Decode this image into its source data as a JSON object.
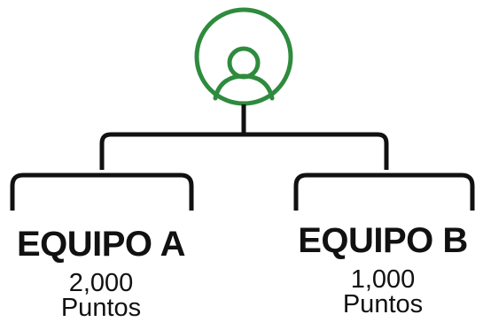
{
  "root": {
    "icon": "user-avatar-icon",
    "color": "#2e8b3e"
  },
  "teams": [
    {
      "name": "EQUIPO A",
      "points": "2,000",
      "unit": "Puntos"
    },
    {
      "name": "EQUIPO B",
      "points": "1,000",
      "unit": "Puntos"
    }
  ],
  "colors": {
    "connector": "#111111",
    "text": "#111111",
    "accent": "#2e8b3e"
  }
}
